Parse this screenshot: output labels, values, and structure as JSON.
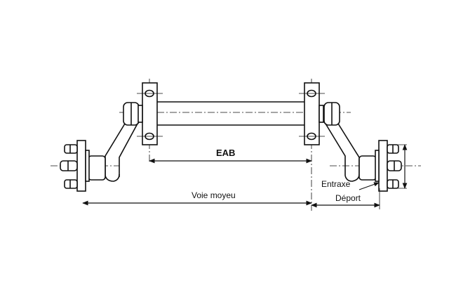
{
  "labels": {
    "eab": "EAB",
    "voie_moyeu": "Voie moyeu",
    "entraxe": "Entraxe",
    "deport": "Déport"
  },
  "colors": {
    "ink": "#111111",
    "background": "#ffffff"
  }
}
